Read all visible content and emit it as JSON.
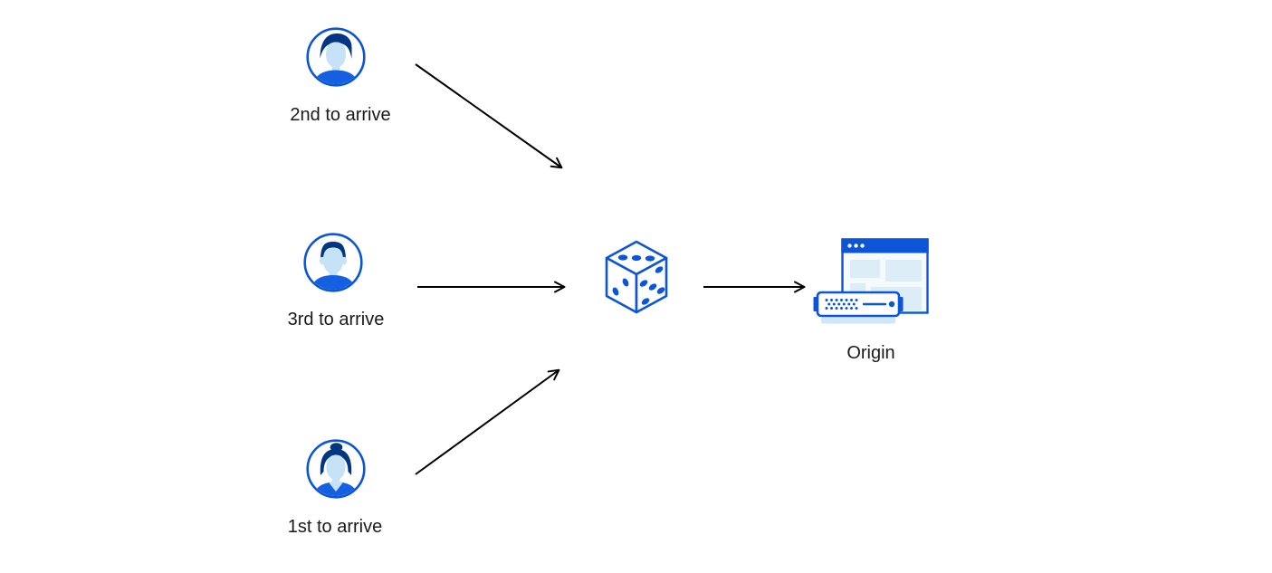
{
  "diagram": {
    "nodes": {
      "users": [
        {
          "label": "2nd to arrive",
          "icon": "man-swept-hair-avatar-icon"
        },
        {
          "label": "3rd to arrive",
          "icon": "man-short-hair-avatar-icon"
        },
        {
          "label": "1st to arrive",
          "icon": "woman-bun-avatar-icon"
        }
      ],
      "random_selector": {
        "icon": "dice-icon"
      },
      "origin": {
        "label": "Origin",
        "icon": "origin-server-browser-icon"
      }
    },
    "edges": [
      {
        "from": "2nd-to-arrive",
        "to": "dice"
      },
      {
        "from": "3rd-to-arrive",
        "to": "dice"
      },
      {
        "from": "1st-to-arrive",
        "to": "dice"
      },
      {
        "from": "dice",
        "to": "origin"
      }
    ],
    "colors": {
      "primary_blue": "#0C55D6",
      "dark_navy": "#003682",
      "skin_light_blue": "#C5E2F6",
      "panel_light_blue": "#DCEDF8",
      "window_background": "#F4FAFE",
      "server_base_blue": "#CFE7F9",
      "arrow_black": "#000000",
      "label_text": "#1A1A1A",
      "page_background": "#FFFFFF"
    }
  }
}
